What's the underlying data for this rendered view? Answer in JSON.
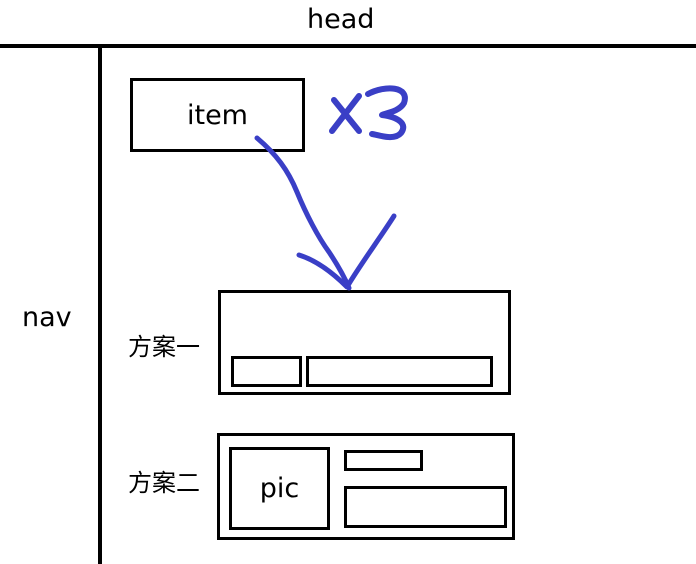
{
  "head_label": "head",
  "nav_label": "nav",
  "item_label": "item",
  "multiplier_label": "x3",
  "pic_label": "pic",
  "option_one_label": "方案一",
  "option_two_label": "方案二",
  "colors": {
    "ink": "#000000",
    "annotation": "#3a3fc6",
    "background": "#ffffff"
  }
}
